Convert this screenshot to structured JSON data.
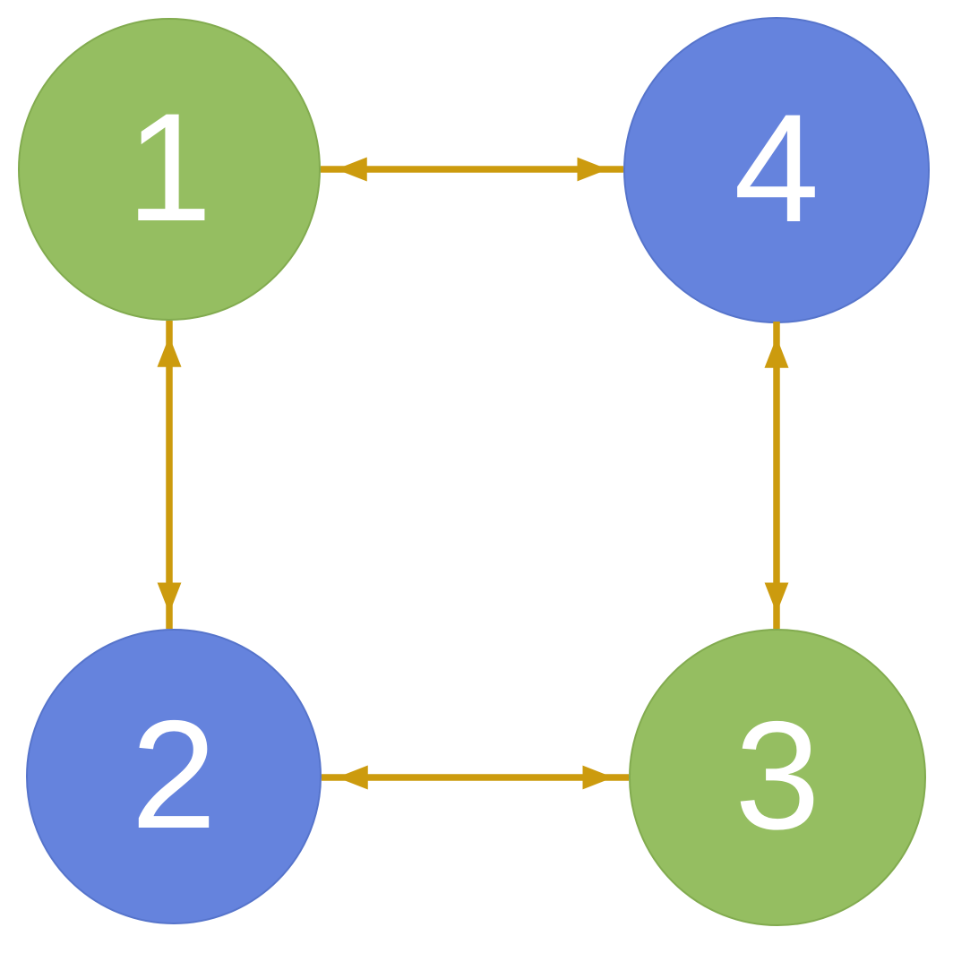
{
  "diagram": {
    "title": "four-node-cycle-graph",
    "background": "#ffffff",
    "colors": {
      "node_green": "#95BE61",
      "node_green_border": "#82AB4F",
      "node_blue": "#6583DD",
      "node_blue_border": "#5674CB",
      "arrow": "#CC9B0E",
      "label_text": "#ffffff"
    },
    "nodes": [
      {
        "id": "1",
        "label": "1",
        "position": "top-left",
        "color_role": "node_green"
      },
      {
        "id": "2",
        "label": "2",
        "position": "bottom-left",
        "color_role": "node_blue"
      },
      {
        "id": "3",
        "label": "3",
        "position": "bottom-right",
        "color_role": "node_green"
      },
      {
        "id": "4",
        "label": "4",
        "position": "top-right",
        "color_role": "node_blue"
      }
    ],
    "edges": [
      {
        "from": "1",
        "to": "4",
        "direction": "bidirectional"
      },
      {
        "from": "1",
        "to": "2",
        "direction": "bidirectional"
      },
      {
        "from": "4",
        "to": "3",
        "direction": "bidirectional"
      },
      {
        "from": "2",
        "to": "3",
        "direction": "bidirectional"
      }
    ]
  }
}
